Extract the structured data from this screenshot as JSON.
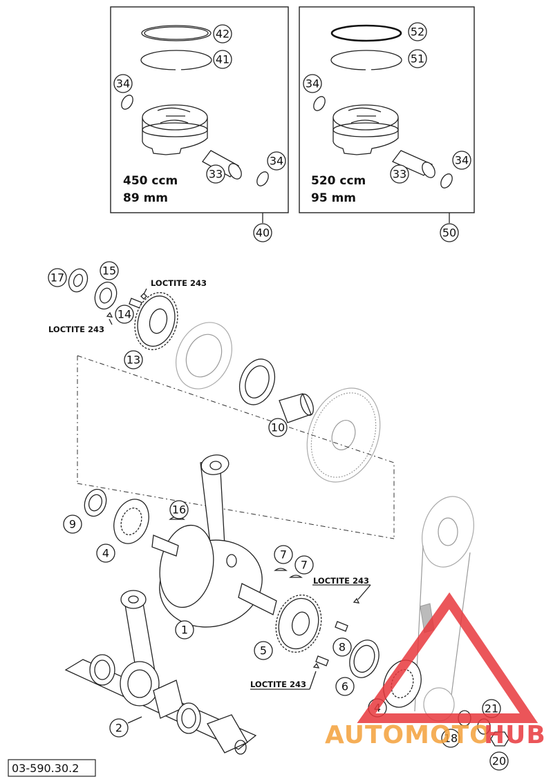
{
  "boxes": [
    {
      "spec_cc": "450 ccm",
      "spec_mm": "89 mm",
      "callouts": [
        "42",
        "41",
        "34",
        "33",
        "34"
      ],
      "group": "40"
    },
    {
      "spec_cc": "520 ccm",
      "spec_mm": "95 mm",
      "callouts": [
        "52",
        "51",
        "34",
        "33",
        "34"
      ],
      "group": "50"
    }
  ],
  "callouts": {
    "c1": "1",
    "c2": "2",
    "c4a": "4",
    "c4b": "4",
    "c5": "5",
    "c6": "6",
    "c7a": "7",
    "c7b": "7",
    "c8": "8",
    "c9": "9",
    "c10": "10",
    "c13": "13",
    "c14": "14",
    "c15": "15",
    "c16": "16",
    "c17": "17",
    "c18": "18",
    "c20": "20",
    "c21": "21"
  },
  "loctite": "LOCTITE 243",
  "diagram_code": "03-590.30.2",
  "watermark": {
    "part1": "AUTOMOTO",
    "part2": "HUB",
    "color_primary": "#e8383d",
    "color_secondary": "#f4a13a"
  }
}
